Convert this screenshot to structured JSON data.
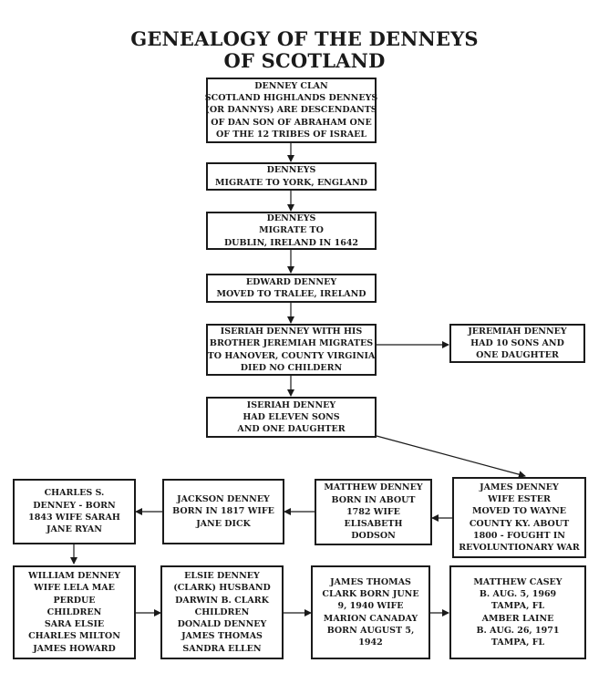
{
  "title": {
    "line1": "GENEALOGY OF THE DENNEYS",
    "line2": "OF SCOTLAND"
  },
  "boxes": {
    "denney_clan": [
      "DENNEY CLAN",
      "SCOTLAND HIGHLANDS DENNEYS",
      "(OR DANNYS) ARE DESCENDANTS",
      "OF DAN SON OF ABRAHAM ONE",
      "OF THE 12 TRIBES OF ISRAEL"
    ],
    "york": [
      "DENNEYS",
      "MIGRATE TO YORK, ENGLAND"
    ],
    "dublin": [
      "DENNEYS",
      "MIGRATE TO",
      "DUBLIN, IRELAND IN 1642"
    ],
    "edward": [
      "EDWARD DENNEY",
      "MOVED TO TRALEE, IRELAND"
    ],
    "iseriah1": [
      "ISERIAH DENNEY WITH HIS",
      "BROTHER JEREMIAH MIGRATES",
      "TO HANOVER, COUNTY VIRGINIA",
      "DIED NO CHILDERN"
    ],
    "jeremiah": [
      "JEREMIAH DENNEY",
      "HAD 10 SONS AND",
      "ONE DAUGHTER"
    ],
    "iseriah2": [
      "ISERIAH DENNEY",
      "HAD ELEVEN SONS",
      "AND ONE DAUGHTER"
    ],
    "james": [
      "JAMES DENNEY",
      "WIFE ESTER",
      "MOVED TO WAYNE",
      "COUNTY KY. ABOUT",
      "1800 - FOUGHT IN",
      "REVOLUNTIONARY WAR"
    ],
    "matthew": [
      "MATTHEW DENNEY",
      "BORN IN ABOUT",
      "1782 WIFE",
      "ELISABETH",
      "DODSON"
    ],
    "jackson": [
      "JACKSON DENNEY",
      "BORN IN 1817 WIFE",
      "JANE DICK"
    ],
    "charles": [
      "CHARLES S.",
      "DENNEY - BORN",
      "1843 WIFE SARAH",
      "JANE RYAN"
    ],
    "william": [
      "WILLIAM DENNEY",
      "WIFE LELA MAE",
      "PERDUE",
      "CHILDREN",
      "SARA ELSIE",
      "CHARLES MILTON",
      "JAMES HOWARD"
    ],
    "elsie": [
      "ELSIE DENNEY",
      "(CLARK) HUSBAND",
      "DARWIN B. CLARK",
      "CHILDREN",
      "DONALD DENNEY",
      "JAMES THOMAS",
      "SANDRA ELLEN"
    ],
    "james_thomas": [
      "JAMES THOMAS",
      "CLARK BORN JUNE",
      "9, 1940 WIFE",
      "MARION CANADAY",
      "BORN AUGUST 5,",
      "1942"
    ],
    "matthew_casey": [
      "MATTHEW CASEY",
      "B. AUG. 5, 1969",
      "TAMPA, FL",
      "AMBER LAINE",
      "B. AUG. 26, 1971",
      "TAMPA, FL"
    ]
  }
}
